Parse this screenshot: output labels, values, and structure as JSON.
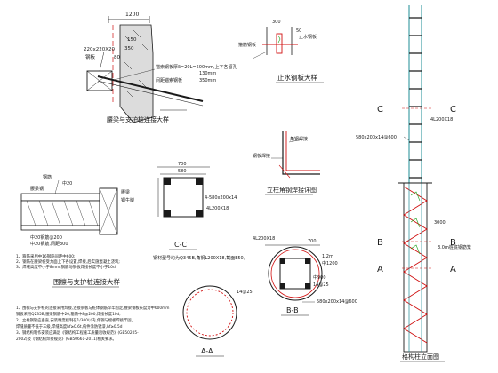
{
  "colors": {
    "line": "#1a1a1a",
    "red": "#d01010",
    "green": "#18a018",
    "teal": "#1e8c96",
    "magenta": "#c020c0",
    "concrete": "#dcdcdc"
  },
  "detail_anchor": {
    "dim_top": "1200",
    "waler": "220x220X20",
    "plate": "钢板",
    "plate_size": "80",
    "note": "锚索钢板厚δ=20L=500mm,上下各留孔",
    "dim_130": "130mm",
    "note2": "间距锚索钢板",
    "dim_350": "350mm",
    "d350": "350",
    "d150": "150",
    "title": "腰梁与支护桩连接大样"
  },
  "detail_waterstop": {
    "title": "止水钢板大样",
    "label_left": "箍筋钢板",
    "label_top": "止水钢板",
    "d300": "300",
    "d50": "50"
  },
  "detail_column_steel": {
    "title": "立柱角钢焊接详图",
    "label_a": "角钢焊接",
    "label_b": "钢板焊接"
  },
  "detail_waler_pile": {
    "label_1": "钢筋",
    "label_2": "中20",
    "label_3": "腰梁钢",
    "label_4": "腰梁",
    "label_5": "钢牛腿",
    "label_6": "中20钢筋@200",
    "label_7": "中20钢筋,间距300",
    "note_1": "1、箍筋采用中16钢筋间距中600;",
    "note_2": "2、钢筋在腰梁桩受力面上下各设置,焊接,后实施混凝土浇筑;",
    "note_3": "3、焊缝高度不小于8mm,钢筋与钢板焊接长度不小于10d.",
    "title": "围檩与支护桩连接大样"
  },
  "section_cc": {
    "d700": "700",
    "d580": "580",
    "plate": "4-580x200x14",
    "angle": "4L200X18",
    "label": "C-C",
    "note": "钢材型号均为Q345B,角钢L200X18,截面E50。"
  },
  "section_bb": {
    "angle": "4L200X18",
    "d700": "700",
    "d1200": "中1200",
    "plate": "14@25",
    "plate2": "580x200x14@600",
    "d900": "中900",
    "d12": "1.2m",
    "label": "B-B"
  },
  "section_aa": {
    "bars": "14@25",
    "label": "A-A"
  },
  "general_notes": {
    "l1": "1、围檩与支护桩的连接采用焊接,连接钢板与桩体钢筋焊牢固定,腰梁钢板长度为中600mm",
    "l2": "钢板采用Q235B,腰梁钢筋中20,箍筋中8@200,焊接长度10d,",
    "l3": "2、立柱钢管应垂直,安装精度控制在1/300以内,角钢与缀板焊接牢固。",
    "l4": "焊缝质量不低于三级,焊缝高度hf≥0.6t,构件涂防锈漆,hf≥0.5d",
    "l5": "3、钢结构制作安装应满足《钢结构工程施工质量验收规范》(GB50205-",
    "l6": "2002)及《钢结构焊接规范》(GB50661-2011)相关要求。"
  },
  "column_elevation": {
    "C": "C",
    "B": "B",
    "A": "A",
    "angle": "4L200X18",
    "plate": "580x200x14@600",
    "d3000": "3000",
    "pile": "3.0m桩底钢筋笼",
    "title": "格构柱立面图"
  }
}
